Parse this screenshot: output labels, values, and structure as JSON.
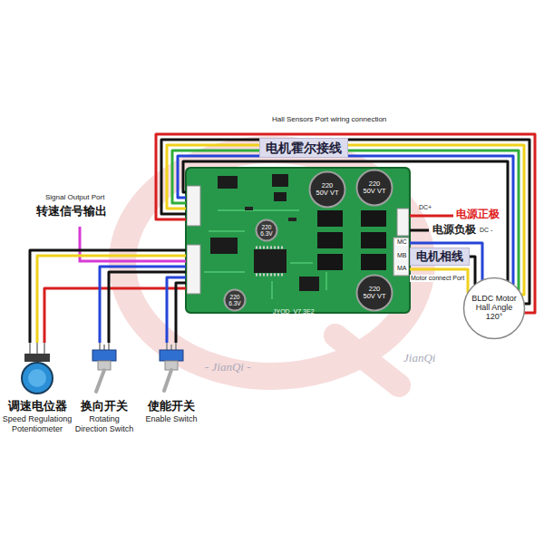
{
  "diagram": {
    "nodes": [
      {
        "text": [
          "JYQD_V7.3E2"
        ]
      },
      {
        "text": [
          "220 50V VT"
        ],
        "in": 0
      },
      {
        "text": [
          "220 50V VT"
        ],
        "in": 0
      },
      {
        "text": [
          "220 50V VT"
        ],
        "in": 0
      },
      {
        "text": [
          "220 6.3V"
        ],
        "in": 0
      },
      {
        "text": [
          "220 6.3V"
        ],
        "in": 0
      },
      {
        "text": [
          "BLDC Motor Hall Angle 120°"
        ]
      },
      {
        "text": [
          "调速电位器",
          "Speed Regulationg Potentiometer"
        ]
      },
      {
        "text": [
          "换向开关",
          "Rotating Direction Switch"
        ]
      },
      {
        "text": [
          "使能开关",
          "Enable Switch"
        ]
      }
    ],
    "edges": [
      {
        "from": 0,
        "to": 6,
        "arrow": "none",
        "label": "电机霍尔接线"
      },
      {
        "from": 0,
        "to": 6,
        "arrow": "none",
        "label": "电机相线"
      },
      {
        "from": 0,
        "to": 7,
        "arrow": "none"
      },
      {
        "from": 0,
        "to": 8,
        "arrow": "none"
      },
      {
        "from": 0,
        "to": 9,
        "arrow": "none"
      }
    ],
    "labels": [
      "Hall Sensors Port wiring connection",
      "Signal Output Port",
      "转速信号输出",
      "DC+",
      "电源正极",
      "电源负极",
      "DC -",
      "MC",
      "MB",
      "MA",
      "Motor connect Port",
      "- JianQi -",
      "JianQi"
    ]
  }
}
